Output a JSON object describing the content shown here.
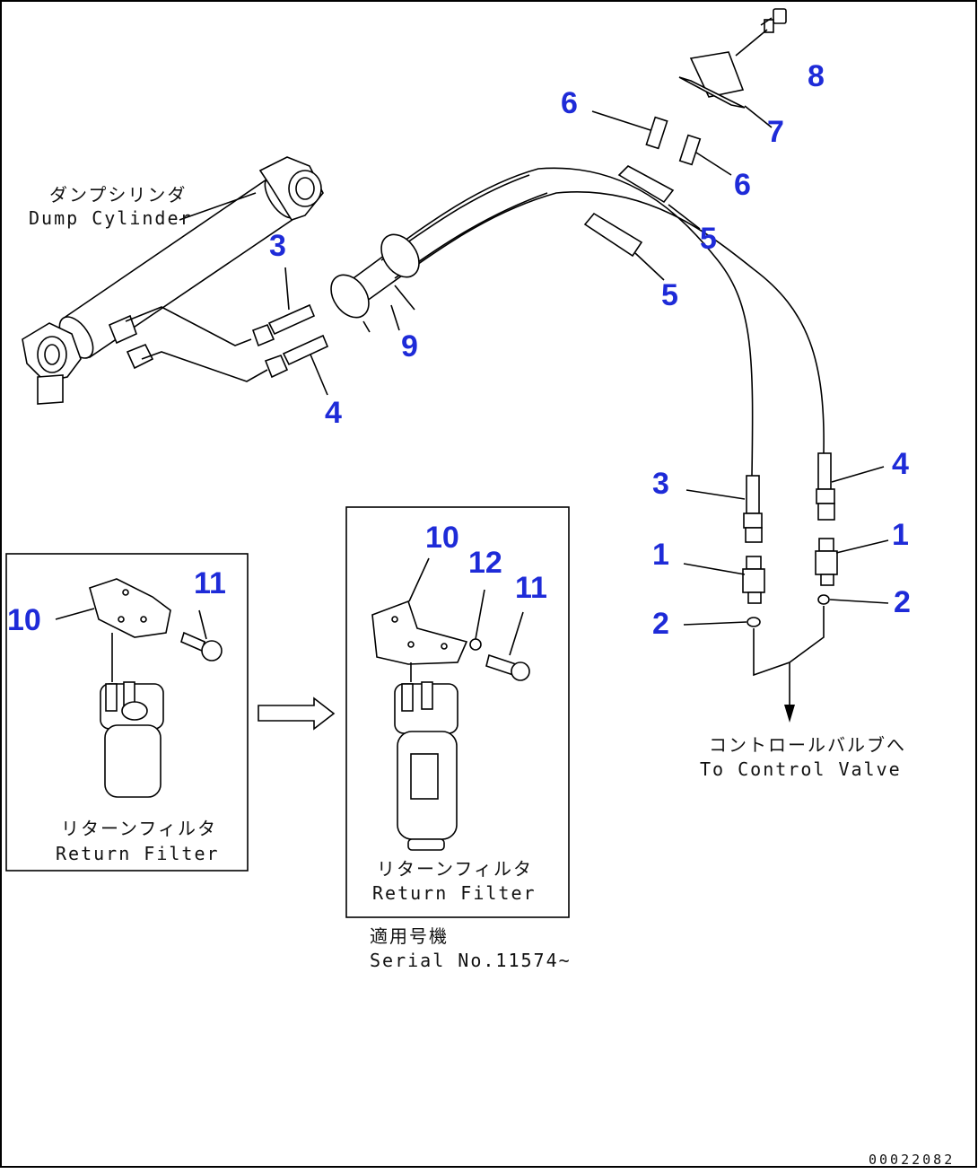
{
  "labels": {
    "dump_cylinder_jp": "ダンプシリンダ",
    "dump_cylinder_en": "Dump Cylinder",
    "control_valve_jp": "コントロールバルブへ",
    "control_valve_en": "To Control Valve",
    "return_filter_jp": "リターンフィルタ",
    "return_filter_en": "Return Filter",
    "serial_jp": "適用号機",
    "serial_en": "Serial No.11574~",
    "drawing_code": "00022082"
  },
  "callouts": {
    "part_1a": "1",
    "part_1b": "1",
    "part_2a": "2",
    "part_2b": "2",
    "part_3a": "3",
    "part_3b": "3",
    "part_4a": "4",
    "part_4b": "4",
    "part_5a": "5",
    "part_5b": "5",
    "part_6a": "6",
    "part_6b": "6",
    "part_7": "7",
    "part_8": "8",
    "part_9": "9",
    "part_10a": "10",
    "part_10b": "10",
    "part_11a": "11",
    "part_11b": "11",
    "part_12": "12"
  },
  "colors": {
    "callout": "#1e2bd8",
    "line": "#000000",
    "background": "#ffffff"
  }
}
